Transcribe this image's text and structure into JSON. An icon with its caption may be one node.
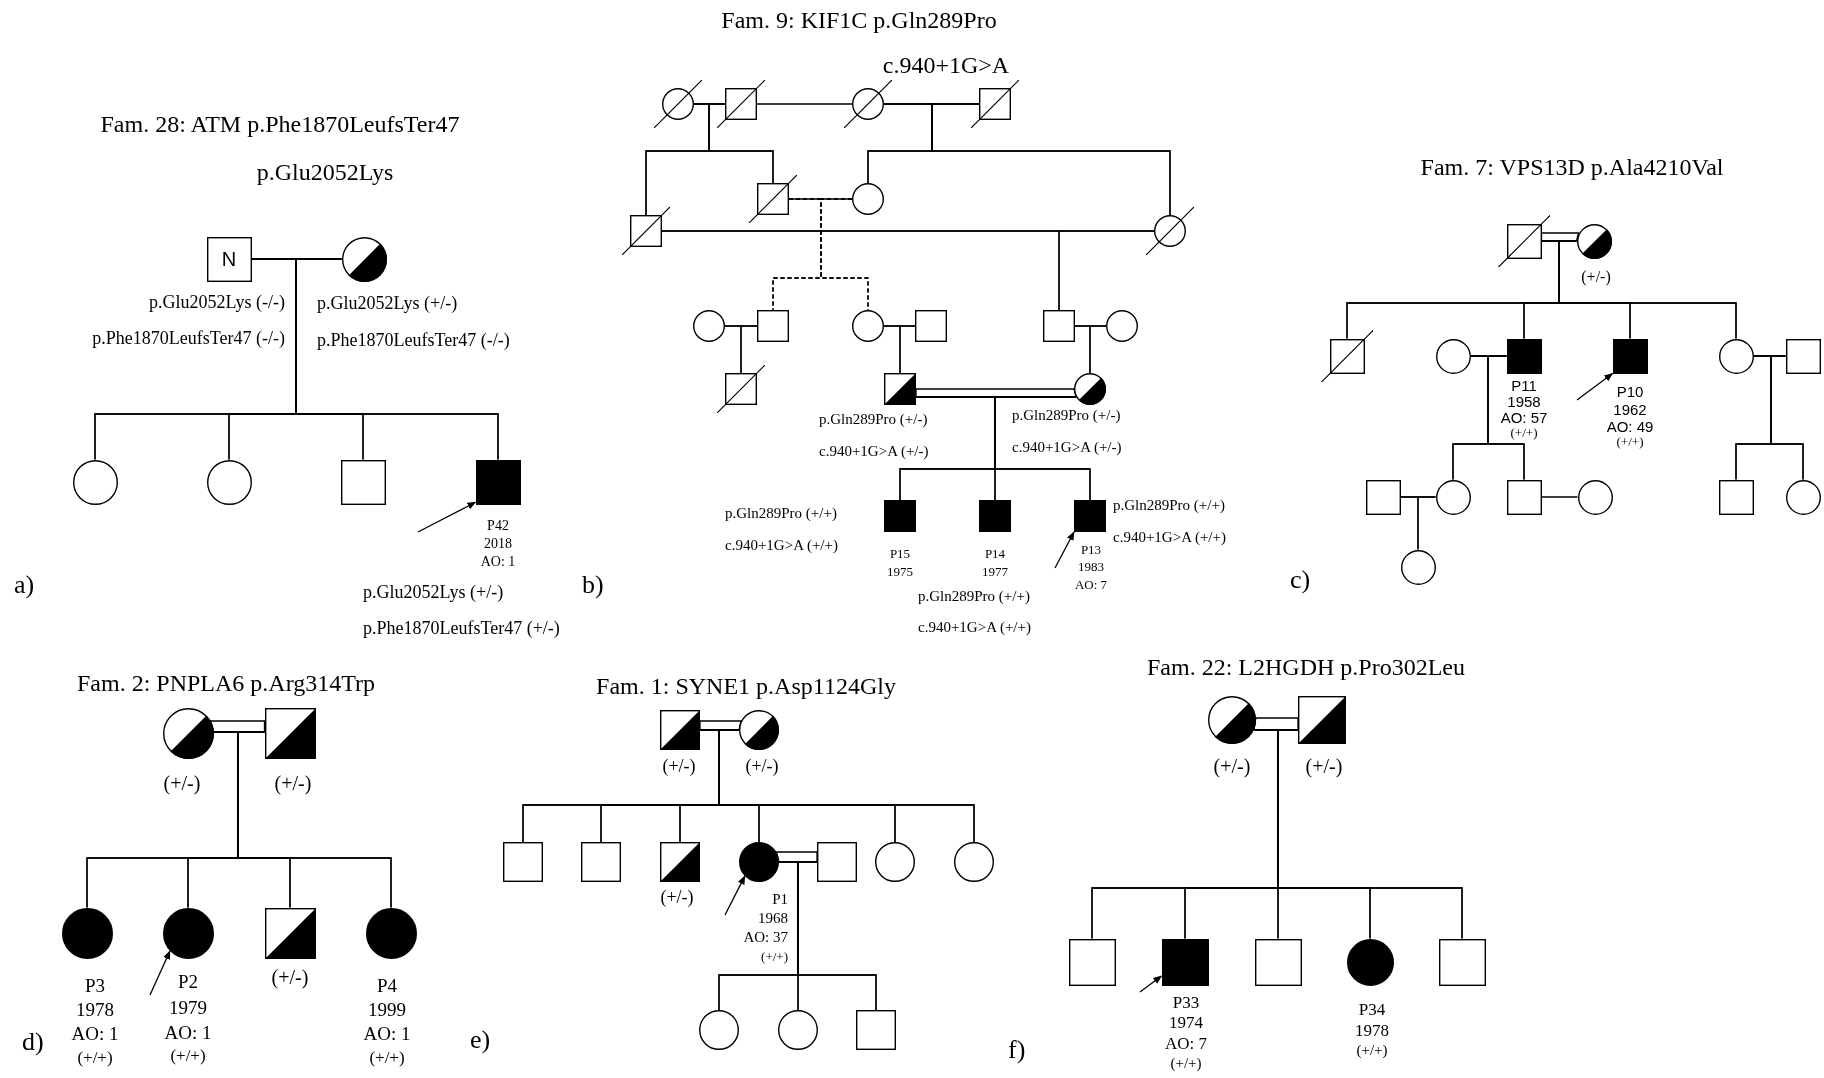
{
  "diagram": {
    "nodes": [
      {
        "text": [
          "N"
        ],
        "beside": [
          "p.Glu2052Lys (-/-)",
          "p.Phe1870LeufsTer47 (-/-)"
        ]
      },
      {
        "text": [],
        "shape": "circle",
        "beside": [
          "p.Glu2052Lys (+/-)",
          "p.Phe1870LeufsTer47 (-/-)"
        ]
      },
      {
        "text": [],
        "shape": "circle"
      },
      {
        "text": [],
        "shape": "circle"
      },
      {
        "text": [],
        "shape": "box"
      },
      {
        "text": [],
        "shape": "box",
        "beside": [
          "P42",
          "2018",
          "AO: 1",
          "p.Glu2052Lys (+/-)",
          "p.Phe1870LeufsTer47 (+/-)"
        ]
      },
      {
        "text": [],
        "shape": "circle"
      },
      {
        "text": [],
        "shape": "box"
      },
      {
        "text": [],
        "shape": "circle"
      },
      {
        "text": [],
        "shape": "box"
      },
      {
        "text": [],
        "shape": "box"
      },
      {
        "text": [],
        "shape": "box"
      },
      {
        "text": [],
        "shape": "circle"
      },
      {
        "text": [],
        "shape": "circle"
      },
      {
        "text": [],
        "shape": "circle"
      },
      {
        "text": [],
        "shape": "box"
      },
      {
        "text": [],
        "shape": "circle"
      },
      {
        "text": [],
        "shape": "box"
      },
      {
        "text": [],
        "shape": "box"
      },
      {
        "text": [],
        "shape": "circle"
      },
      {
        "text": [],
        "shape": "box"
      },
      {
        "text": [],
        "shape": "box",
        "beside": [
          "p.Gln289Pro (+/-)",
          "c.940+1G>A (+/-)"
        ]
      },
      {
        "text": [],
        "shape": "circle",
        "beside": [
          "p.Gln289Pro (+/-)",
          "c.940+1G>A (+/-)"
        ]
      },
      {
        "text": [],
        "shape": "box",
        "beside": [
          "p.Gln289Pro (+/+)",
          "c.940+1G>A (+/+)",
          "P15",
          "1975"
        ]
      },
      {
        "text": [],
        "shape": "box",
        "beside": [
          "P14",
          "1977",
          "p.Gln289Pro (+/+)",
          "c.940+1G>A (+/+)"
        ]
      },
      {
        "text": [],
        "shape": "box",
        "beside": [
          "p.Gln289Pro (+/+)",
          "c.940+1G>A (+/+)",
          "P13",
          "1983",
          "AO: 7"
        ]
      },
      {
        "text": [],
        "shape": "box"
      },
      {
        "text": [],
        "shape": "circle",
        "beside": [
          "(+/-)"
        ]
      },
      {
        "text": [],
        "shape": "box"
      },
      {
        "text": [],
        "shape": "circle"
      },
      {
        "text": [],
        "shape": "box",
        "beside": [
          "P11",
          "1958",
          "AO: 57",
          "(+/+)"
        ]
      },
      {
        "text": [],
        "shape": "box",
        "beside": [
          "P10",
          "1962",
          "AO: 49",
          "(+/+)"
        ]
      },
      {
        "text": [],
        "shape": "circle"
      },
      {
        "text": [],
        "shape": "box"
      },
      {
        "text": [],
        "shape": "box"
      },
      {
        "text": [],
        "shape": "circle"
      },
      {
        "text": [],
        "shape": "box"
      },
      {
        "text": [],
        "shape": "circle"
      },
      {
        "text": [],
        "shape": "box"
      },
      {
        "text": [],
        "shape": "circle"
      },
      {
        "text": [],
        "shape": "circle"
      },
      {
        "text": [],
        "shape": "circle",
        "beside": [
          "(+/-)"
        ]
      },
      {
        "text": [],
        "shape": "box",
        "beside": [
          "(+/-)"
        ]
      },
      {
        "text": [],
        "shape": "circle",
        "beside": [
          "P3",
          "1978",
          "AO: 1",
          "(+/+)"
        ]
      },
      {
        "text": [],
        "shape": "circle",
        "beside": [
          "P2",
          "1979",
          "AO: 1",
          "(+/+)"
        ]
      },
      {
        "text": [],
        "shape": "box",
        "beside": [
          "(+/-)"
        ]
      },
      {
        "text": [],
        "shape": "circle",
        "beside": [
          "P4",
          "1999",
          "AO: 1",
          "(+/+)"
        ]
      },
      {
        "text": [],
        "shape": "box",
        "beside": [
          "(+/-)"
        ]
      },
      {
        "text": [],
        "shape": "circle",
        "beside": [
          "(+/-)"
        ]
      },
      {
        "text": [],
        "shape": "box"
      },
      {
        "text": [],
        "shape": "box"
      },
      {
        "text": [],
        "shape": "box",
        "beside": [
          "(+/-)"
        ]
      },
      {
        "text": [],
        "shape": "circle",
        "beside": [
          "P1",
          "1968",
          "AO: 37",
          "(+/+)"
        ]
      },
      {
        "text": [],
        "shape": "box"
      },
      {
        "text": [],
        "shape": "circle"
      },
      {
        "text": [],
        "shape": "circle"
      },
      {
        "text": [],
        "shape": "circle"
      },
      {
        "text": [],
        "shape": "circle"
      },
      {
        "text": [],
        "shape": "box"
      },
      {
        "text": [],
        "shape": "circle",
        "beside": [
          "(+/-)"
        ]
      },
      {
        "text": [],
        "shape": "box",
        "beside": [
          "(+/-)"
        ]
      },
      {
        "text": [],
        "shape": "box"
      },
      {
        "text": [],
        "shape": "box",
        "beside": [
          "P33",
          "1974",
          "AO: 7",
          "(+/+)"
        ]
      },
      {
        "text": [],
        "shape": "box"
      },
      {
        "text": [],
        "shape": "circle",
        "beside": [
          "P34",
          "1978",
          "(+/+)"
        ]
      },
      {
        "text": [],
        "shape": "box"
      }
    ],
    "edges": [
      {
        "from": 0,
        "to": 1,
        "arrow": "none"
      },
      {
        "from": 0,
        "to": 2,
        "arrow": "none"
      },
      {
        "from": 0,
        "to": 3,
        "arrow": "none"
      },
      {
        "from": 0,
        "to": 4,
        "arrow": "none"
      },
      {
        "from": 0,
        "to": 5,
        "arrow": "none"
      },
      {
        "from": 1,
        "to": 2,
        "arrow": "none"
      },
      {
        "from": 1,
        "to": 3,
        "arrow": "none"
      },
      {
        "from": 1,
        "to": 4,
        "arrow": "none"
      },
      {
        "from": 1,
        "to": 5,
        "arrow": "none"
      },
      {
        "from": null,
        "to": 5,
        "arrow": "to"
      },
      {
        "from": 6,
        "to": 7,
        "arrow": "none"
      },
      {
        "from": 7,
        "to": 8,
        "arrow": "none"
      },
      {
        "from": 8,
        "to": 9,
        "arrow": "none"
      },
      {
        "from": 6,
        "to": 10,
        "arrow": "none"
      },
      {
        "from": 6,
        "to": 11,
        "arrow": "none"
      },
      {
        "from": 7,
        "to": 10,
        "arrow": "none"
      },
      {
        "from": 7,
        "to": 11,
        "arrow": "none"
      },
      {
        "from": 8,
        "to": 12,
        "arrow": "none"
      },
      {
        "from": 8,
        "to": 13,
        "arrow": "none"
      },
      {
        "from": 9,
        "to": 12,
        "arrow": "none"
      },
      {
        "from": 9,
        "to": 13,
        "arrow": "none"
      },
      {
        "from": 11,
        "to": 12,
        "arrow": "none"
      },
      {
        "from": 11,
        "to": 15,
        "arrow": "none",
        "style": "dashed"
      },
      {
        "from": 11,
        "to": 16,
        "arrow": "none",
        "style": "dashed"
      },
      {
        "from": 12,
        "to": 15,
        "arrow": "none",
        "style": "dashed"
      },
      {
        "from": 12,
        "to": 16,
        "arrow": "none",
        "style": "dashed"
      },
      {
        "from": 10,
        "to": 13,
        "arrow": "none"
      },
      {
        "from": 10,
        "to": 18,
        "arrow": "none"
      },
      {
        "from": 13,
        "to": 18,
        "arrow": "none"
      },
      {
        "from": 14,
        "to": 15,
        "arrow": "none"
      },
      {
        "from": 14,
        "to": 20,
        "arrow": "none"
      },
      {
        "from": 15,
        "to": 20,
        "arrow": "none"
      },
      {
        "from": 16,
        "to": 17,
        "arrow": "none"
      },
      {
        "from": 16,
        "to": 21,
        "arrow": "none"
      },
      {
        "from": 17,
        "to": 21,
        "arrow": "none"
      },
      {
        "from": 18,
        "to": 19,
        "arrow": "none"
      },
      {
        "from": 18,
        "to": 22,
        "arrow": "none"
      },
      {
        "from": 19,
        "to": 22,
        "arrow": "none"
      },
      {
        "from": 21,
        "to": 22,
        "arrow": "none"
      },
      {
        "from": 21,
        "to": 23,
        "arrow": "none"
      },
      {
        "from": 21,
        "to": 24,
        "arrow": "none"
      },
      {
        "from": 21,
        "to": 25,
        "arrow": "none"
      },
      {
        "from": 22,
        "to": 23,
        "arrow": "none"
      },
      {
        "from": 22,
        "to": 24,
        "arrow": "none"
      },
      {
        "from": 22,
        "to": 25,
        "arrow": "none"
      },
      {
        "from": null,
        "to": 25,
        "arrow": "to"
      },
      {
        "from": 26,
        "to": 27,
        "arrow": "none"
      },
      {
        "from": 26,
        "to": 28,
        "arrow": "none"
      },
      {
        "from": 26,
        "to": 30,
        "arrow": "none"
      },
      {
        "from": 26,
        "to": 31,
        "arrow": "none"
      },
      {
        "from": 26,
        "to": 32,
        "arrow": "none"
      },
      {
        "from": 27,
        "to": 28,
        "arrow": "none"
      },
      {
        "from": 27,
        "to": 30,
        "arrow": "none"
      },
      {
        "from": 27,
        "to": 31,
        "arrow": "none"
      },
      {
        "from": 27,
        "to": 32,
        "arrow": "none"
      },
      {
        "from": 29,
        "to": 30,
        "arrow": "none"
      },
      {
        "from": 29,
        "to": 35,
        "arrow": "none"
      },
      {
        "from": 29,
        "to": 36,
        "arrow": "none"
      },
      {
        "from": 30,
        "to": 35,
        "arrow": "none"
      },
      {
        "from": 30,
        "to": 36,
        "arrow": "none"
      },
      {
        "from": 32,
        "to": 33,
        "arrow": "none"
      },
      {
        "from": 32,
        "to": 38,
        "arrow": "none"
      },
      {
        "from": 32,
        "to": 39,
        "arrow": "none"
      },
      {
        "from": 33,
        "to": 38,
        "arrow": "none"
      },
      {
        "from": 33,
        "to": 39,
        "arrow": "none"
      },
      {
        "from": 34,
        "to": 35,
        "arrow": "none"
      },
      {
        "from": 34,
        "to": 40,
        "arrow": "none"
      },
      {
        "from": 35,
        "to": 40,
        "arrow": "none"
      },
      {
        "from": 36,
        "to": 37,
        "arrow": "none"
      },
      {
        "from": null,
        "to": 31,
        "arrow": "to"
      },
      {
        "from": 41,
        "to": 42,
        "arrow": "none"
      },
      {
        "from": 41,
        "to": 43,
        "arrow": "none"
      },
      {
        "from": 41,
        "to": 44,
        "arrow": "none"
      },
      {
        "from": 41,
        "to": 45,
        "arrow": "none"
      },
      {
        "from": 41,
        "to": 46,
        "arrow": "none"
      },
      {
        "from": 42,
        "to": 43,
        "arrow": "none"
      },
      {
        "from": 42,
        "to": 44,
        "arrow": "none"
      },
      {
        "from": 42,
        "to": 45,
        "arrow": "none"
      },
      {
        "from": 42,
        "to": 46,
        "arrow": "none"
      },
      {
        "from": null,
        "to": 44,
        "arrow": "to"
      },
      {
        "from": 47,
        "to": 48,
        "arrow": "none"
      },
      {
        "from": 47,
        "to": 49,
        "arrow": "none"
      },
      {
        "from": 47,
        "to": 50,
        "arrow": "none"
      },
      {
        "from": 47,
        "to": 51,
        "arrow": "none"
      },
      {
        "from": 47,
        "to": 52,
        "arrow": "none"
      },
      {
        "from": 47,
        "to": 54,
        "arrow": "none"
      },
      {
        "from": 47,
        "to": 55,
        "arrow": "none"
      },
      {
        "from": 48,
        "to": 49,
        "arrow": "none"
      },
      {
        "from": 48,
        "to": 50,
        "arrow": "none"
      },
      {
        "from": 48,
        "to": 51,
        "arrow": "none"
      },
      {
        "from": 48,
        "to": 52,
        "arrow": "none"
      },
      {
        "from": 48,
        "to": 54,
        "arrow": "none"
      },
      {
        "from": 48,
        "to": 55,
        "arrow": "none"
      },
      {
        "from": 52,
        "to": 53,
        "arrow": "none"
      },
      {
        "from": 52,
        "to": 56,
        "arrow": "none"
      },
      {
        "from": 52,
        "to": 57,
        "arrow": "none"
      },
      {
        "from": 52,
        "to": 58,
        "arrow": "none"
      },
      {
        "from": 53,
        "to": 56,
        "arrow": "none"
      },
      {
        "from": 53,
        "to": 57,
        "arrow": "none"
      },
      {
        "from": 53,
        "to": 58,
        "arrow": "none"
      },
      {
        "from": null,
        "to": 52,
        "arrow": "to"
      },
      {
        "from": 59,
        "to": 60,
        "arrow": "none"
      },
      {
        "from": 59,
        "to": 61,
        "arrow": "none"
      },
      {
        "from": 59,
        "to": 62,
        "arrow": "none"
      },
      {
        "from": 59,
        "to": 63,
        "arrow": "none"
      },
      {
        "from": 59,
        "to": 64,
        "arrow": "none"
      },
      {
        "from": 59,
        "to": 65,
        "arrow": "none"
      },
      {
        "from": 60,
        "to": 61,
        "arrow": "none"
      },
      {
        "from": 60,
        "to": 62,
        "arrow": "none"
      },
      {
        "from": 60,
        "to": 63,
        "arrow": "none"
      },
      {
        "from": 60,
        "to": 64,
        "arrow": "none"
      },
      {
        "from": 60,
        "to": 65,
        "arrow": "none"
      },
      {
        "from": null,
        "to": 62,
        "arrow": "to"
      }
    ],
    "labels": [
      "Fam. 9: KIF1C p.Gln289Pro",
      "c.940+1G>A",
      "Fam. 28: ATM p.Phe1870LeufsTer47",
      "p.Glu2052Lys",
      "Fam. 7: VPS13D p.Ala4210Val",
      "a)",
      "b)",
      "c)",
      "Fam. 2: PNPLA6 p.Arg314Trp",
      "Fam. 1: SYNE1 p.Asp1124Gly",
      "Fam. 22: L2HGDH p.Pro302Leu",
      "d)",
      "e)",
      "f)"
    ]
  }
}
